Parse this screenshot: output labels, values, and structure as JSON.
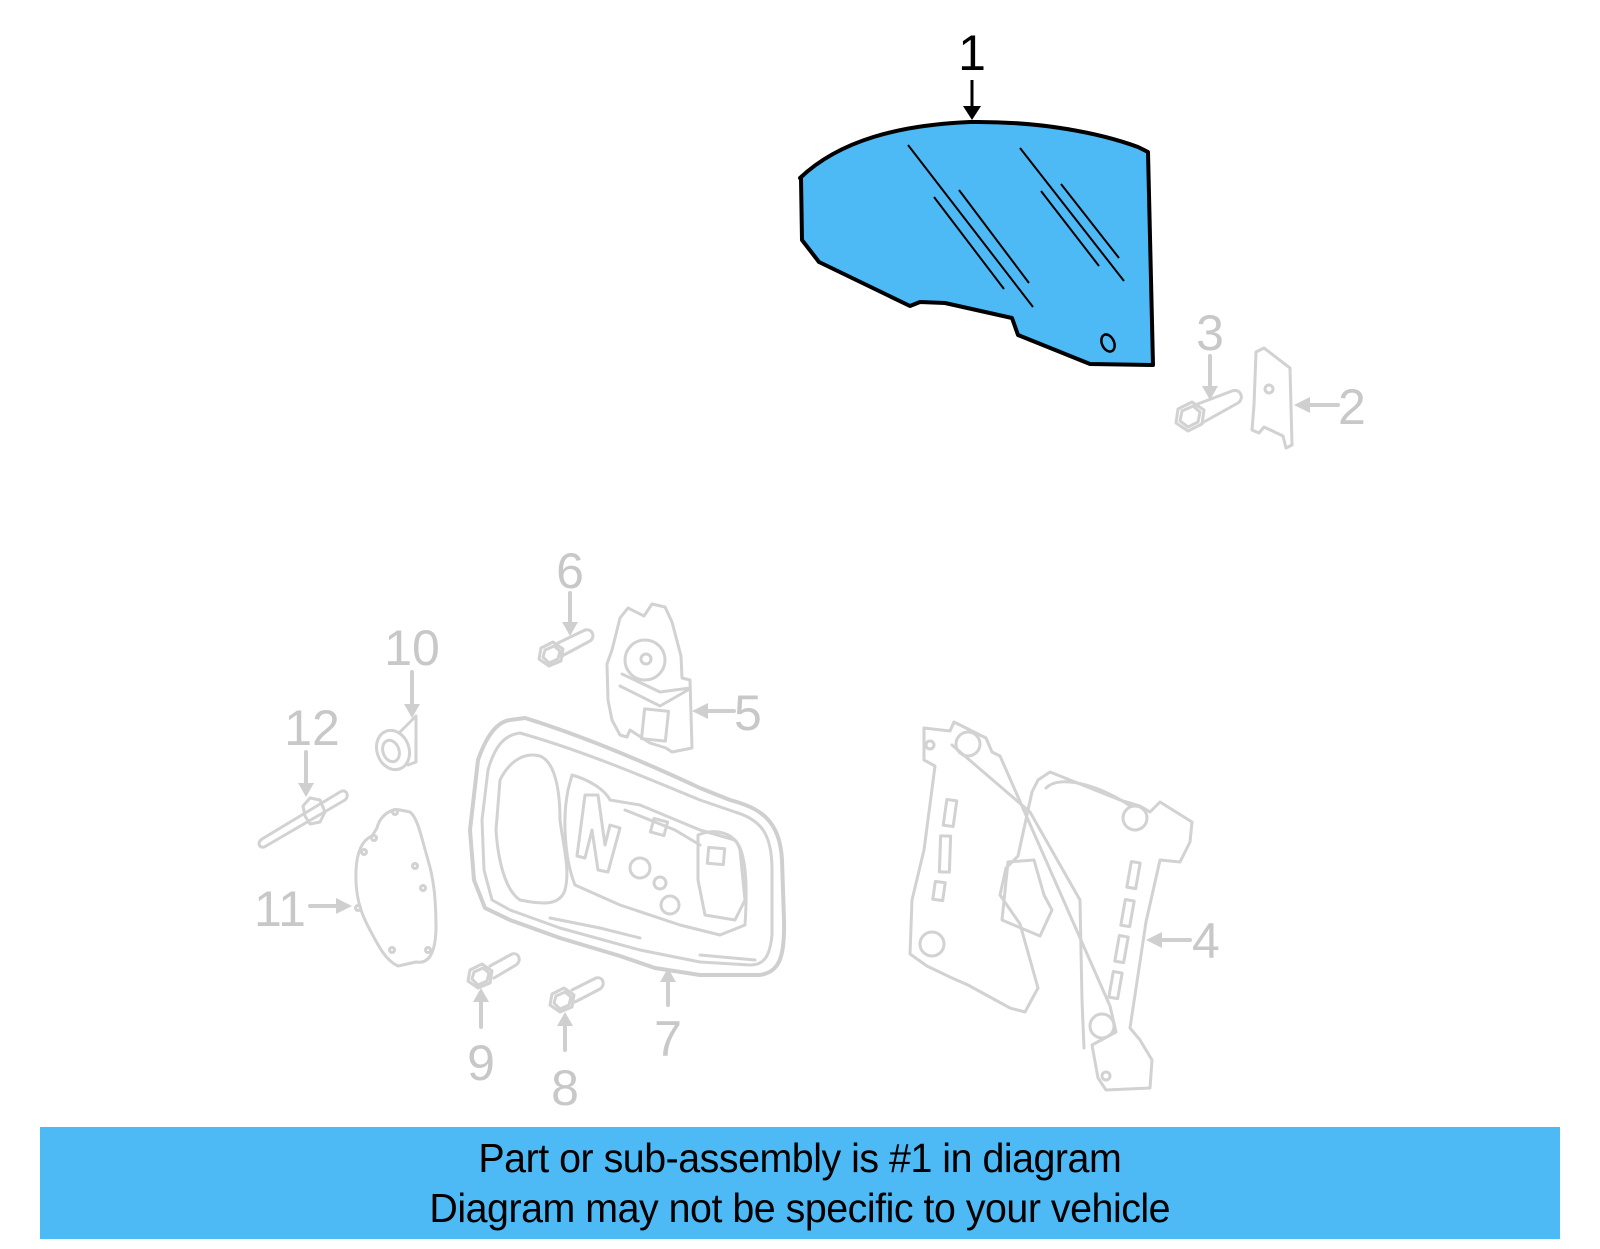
{
  "diagram": {
    "highlighted_part": {
      "number": "1",
      "name": "door-glass",
      "fill_color": "#4dbaf5"
    },
    "callouts": [
      {
        "number": "1",
        "highlighted": true
      },
      {
        "number": "2"
      },
      {
        "number": "3"
      },
      {
        "number": "4"
      },
      {
        "number": "5"
      },
      {
        "number": "6"
      },
      {
        "number": "7"
      },
      {
        "number": "8"
      },
      {
        "number": "9"
      },
      {
        "number": "10"
      },
      {
        "number": "11"
      },
      {
        "number": "12"
      }
    ],
    "ghost_color": "#cfcfcf"
  },
  "banner": {
    "line1": "Part or sub-assembly is #1 in diagram",
    "line2": "Diagram may not be specific to your vehicle",
    "background": "#4dbaf5"
  }
}
